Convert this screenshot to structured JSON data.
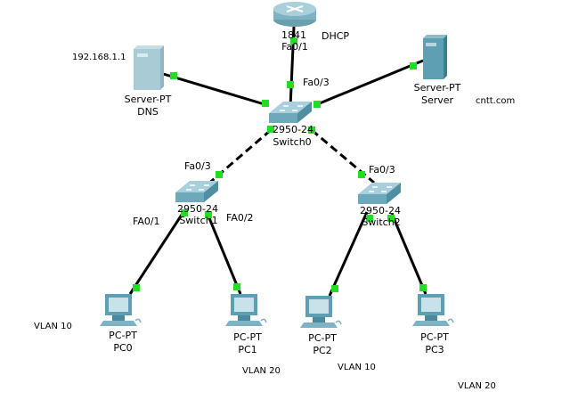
{
  "devices": {
    "router": {
      "model": "1841",
      "name": "",
      "note": "DHCP",
      "port": "Fa0/1"
    },
    "dns_server": {
      "model": "Server-PT",
      "name": "DNS",
      "ip": "192.168.1.1"
    },
    "web_server": {
      "model": "Server-PT",
      "name": "Server",
      "domain": "cntt.com"
    },
    "switch0": {
      "model": "2950-24",
      "name": "Switch0",
      "port": "Fa0/3"
    },
    "switch1": {
      "model": "2950-24",
      "name": "Switch1",
      "uplink_port": "Fa0/3",
      "port_a": "FA0/1",
      "port_b": "FA0/2"
    },
    "switch2": {
      "model": "2950-24",
      "name": "Switch2",
      "uplink_port": "Fa0/3"
    },
    "pc0": {
      "model": "PC-PT",
      "name": "PC0",
      "vlan": "VLAN  10"
    },
    "pc1": {
      "model": "PC-PT",
      "name": "PC1",
      "vlan": "VLAN  20"
    },
    "pc2": {
      "model": "PC-PT",
      "name": "PC2",
      "vlan": "VLAN  10"
    },
    "pc3": {
      "model": "PC-PT",
      "name": "PC3",
      "vlan": "VLAN 20"
    }
  },
  "links": [
    {
      "from": "router",
      "to": "switch0",
      "type": "straight"
    },
    {
      "from": "dns_server",
      "to": "switch0",
      "type": "straight"
    },
    {
      "from": "web_server",
      "to": "switch0",
      "type": "straight"
    },
    {
      "from": "switch0",
      "to": "switch1",
      "type": "crossover"
    },
    {
      "from": "switch0",
      "to": "switch2",
      "type": "crossover"
    },
    {
      "from": "switch1",
      "to": "pc0",
      "type": "straight"
    },
    {
      "from": "switch1",
      "to": "pc1",
      "type": "straight"
    },
    {
      "from": "switch2",
      "to": "pc2",
      "type": "straight"
    },
    {
      "from": "switch2",
      "to": "pc3",
      "type": "straight"
    }
  ],
  "colors": {
    "link": "#000000",
    "port_up": "#22dd22",
    "device_body": "#7fb3c4",
    "device_dark": "#4a8a9c"
  }
}
